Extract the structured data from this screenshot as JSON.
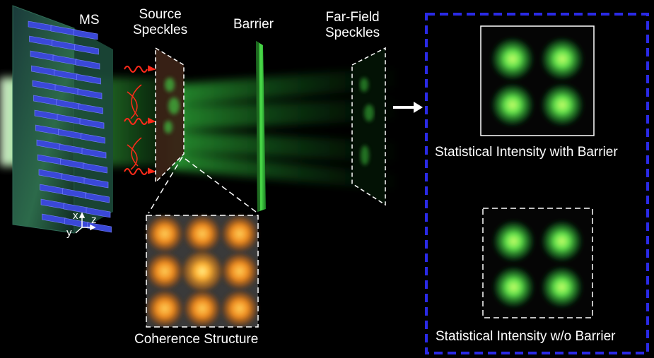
{
  "labels": {
    "ms": "MS",
    "source_speckles_line1": "Source",
    "source_speckles_line2": "Speckles",
    "barrier": "Barrier",
    "far_field_line1": "Far-Field",
    "far_field_line2": "Speckles",
    "coherence_structure": "Coherence Structure",
    "intensity_with_barrier": "Statistical Intensity with Barrier",
    "intensity_without_barrier": "Statistical Intensity w/o Barrier"
  },
  "axes": {
    "x": "x",
    "y": "y",
    "z": "z"
  },
  "colors": {
    "background": "#000000",
    "beam_green": "#39d43a",
    "metasurface_blue": "#3a48d8",
    "wave_red": "#ff2a1a",
    "coherence_orange": "#f08a1c",
    "frame_blue": "#2a2ae6",
    "text": "#ffffff"
  }
}
